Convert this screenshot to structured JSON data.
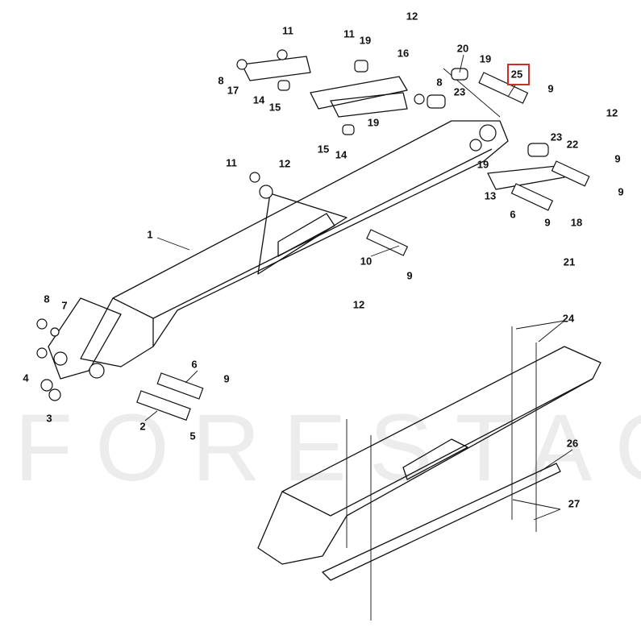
{
  "watermark": "FORESTAGRI",
  "highlight_color": "#c9302c",
  "highlighted_part": "25",
  "part_labels": [
    "12",
    "11",
    "11",
    "19",
    "16",
    "20",
    "19",
    "25",
    "8",
    "17",
    "8",
    "23",
    "9",
    "14",
    "15",
    "19",
    "12",
    "15",
    "14",
    "23",
    "22",
    "9",
    "11",
    "12",
    "19",
    "9",
    "13",
    "6",
    "9",
    "18",
    "1",
    "10",
    "21",
    "9",
    "12",
    "8",
    "7",
    "24",
    "6",
    "4",
    "9",
    "3",
    "2",
    "5",
    "26",
    "27"
  ]
}
